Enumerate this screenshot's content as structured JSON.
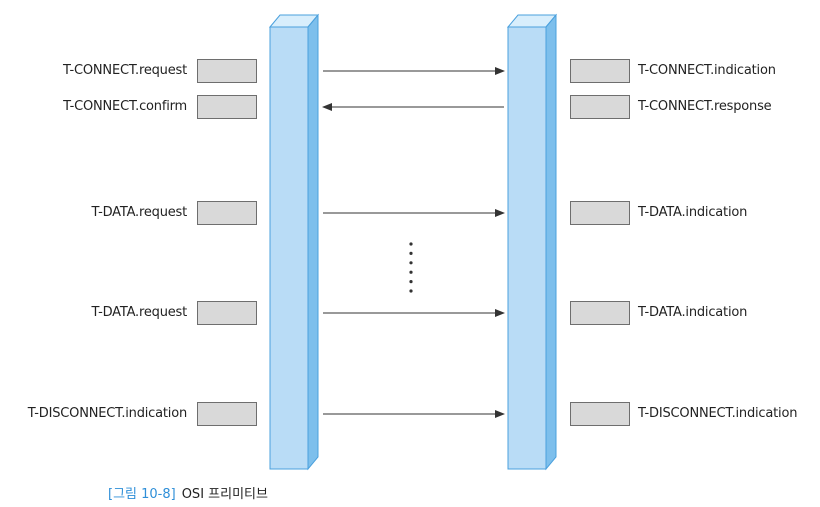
{
  "left_labels": [
    "T-CONNECT.request",
    "T-CONNECT.confirm",
    "T-DATA.request",
    "T-DATA.request",
    "T-DISCONNECT.indication"
  ],
  "right_labels": [
    "T-CONNECT.indication",
    "T-CONNECT.response",
    "T-DATA.indication",
    "T-DATA.indication",
    "T-DISCONNECT.indication"
  ],
  "arrow_directions": [
    "right",
    "left",
    "right",
    "right",
    "right"
  ],
  "colors": {
    "pillar_front": "#b9dcf6",
    "pillar_top": "#d8eefc",
    "pillar_side": "#7dbfec",
    "pillar_edge": "#4aa0dd",
    "box_fill": "#d9d9d9",
    "box_border": "#6e6e6e",
    "arrow": "#333333",
    "caption_accent": "#2f8fd8"
  },
  "caption": {
    "figure": "[그림 10-8]",
    "title": "OSI 프리미티브"
  }
}
